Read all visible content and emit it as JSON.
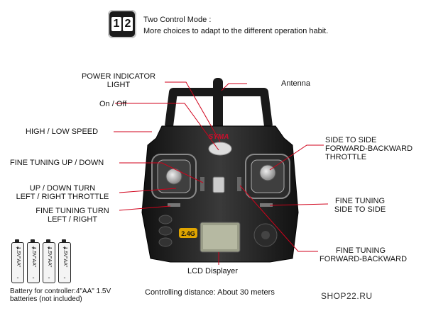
{
  "mode": {
    "digit_left": "1",
    "digit_right": "2",
    "title": "Two Control Mode :",
    "subtitle": "More choices to adapt to the different operation habit."
  },
  "labels": {
    "power_indicator": [
      "POWER INDICATOR",
      "LIGHT"
    ],
    "on_off": "On / Off",
    "high_low_speed": "HIGH / LOW SPEED",
    "fine_tuning_up_down": "FINE TUNING UP / DOWN",
    "up_down_turn": [
      "UP / DOWN TURN",
      "LEFT / RIGHT THROTTLE"
    ],
    "fine_tuning_turn": [
      "FINE TUNING TURN",
      "LEFT / RIGHT"
    ],
    "antenna": "Antenna",
    "side_to_side": [
      "SIDE TO SIDE",
      "FORWARD-BACKWARD",
      "THROTTLE"
    ],
    "fine_tuning_side": [
      "FINE TUNING",
      "SIDE TO SIDE"
    ],
    "fine_tuning_fb": [
      "FINE TUNING",
      "FORWARD-BACKWARD"
    ],
    "lcd": "LCD Displayer"
  },
  "controller": {
    "brand": "SYMA",
    "badge": "2.4G"
  },
  "battery": {
    "cell_plus": "+",
    "cell_text": "1.5V\"AA\"",
    "cell_minus": "-",
    "note_line1": "Battery for controller:4\"AA\" 1.5V",
    "note_line2": "batteries (not included)"
  },
  "footer": {
    "distance": "Controlling distance: About 30 meters",
    "watermark": "SHOP22.RU"
  },
  "colors": {
    "leader": "#d0021b",
    "body": "#222222",
    "accent": "#c8102e"
  }
}
